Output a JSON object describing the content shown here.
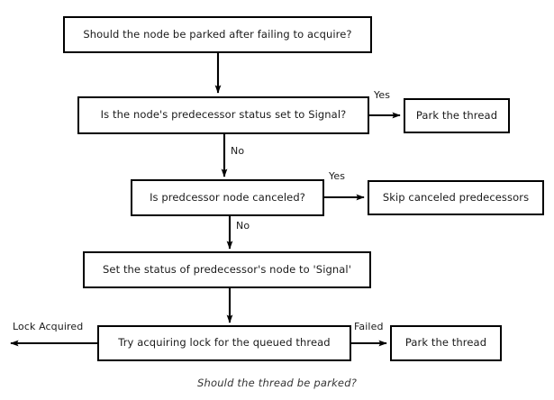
{
  "diagram": {
    "caption": "Should the thread be parked?",
    "nodes": [
      {
        "id": "q-park-node",
        "label": "Should the node be parked after failing to acquire?"
      },
      {
        "id": "q-pred-signal",
        "label": "Is the node's predecessor status set to Signal?"
      },
      {
        "id": "park-thread-1",
        "label": "Park the thread"
      },
      {
        "id": "q-pred-canceled",
        "label": "Is predcessor node canceled?"
      },
      {
        "id": "skip-canceled",
        "label": "Skip canceled predecessors"
      },
      {
        "id": "set-signal",
        "label": "Set the status of predecessor's node to 'Signal'"
      },
      {
        "id": "try-acquire",
        "label": "Try acquiring lock for the queued thread"
      },
      {
        "id": "park-thread-2",
        "label": "Park the thread"
      }
    ],
    "edge_labels": [
      {
        "id": "yes-1",
        "text": "Yes"
      },
      {
        "id": "no-1",
        "text": "No"
      },
      {
        "id": "yes-2",
        "text": "Yes"
      },
      {
        "id": "no-2",
        "text": "No"
      },
      {
        "id": "lock-acquired",
        "text": "Lock Acquired"
      },
      {
        "id": "failed",
        "text": "Failed"
      }
    ],
    "colors": {
      "stroke": "#000000",
      "text": "#1a1a1a",
      "caption": "#333333",
      "background": "#ffffff"
    }
  }
}
